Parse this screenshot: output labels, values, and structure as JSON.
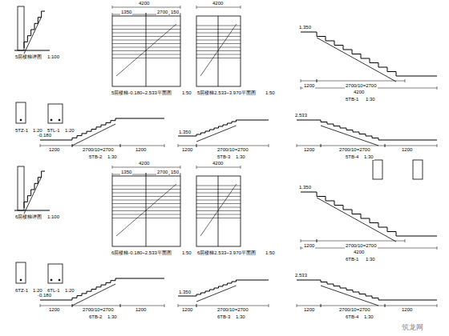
{
  "diagram": {
    "labels": [
      "5层楼梯详图",
      "1:100",
      "5TZ-1",
      "1:20",
      "5TL-1",
      "1:20",
      "4200",
      "1350",
      "2700",
      "150",
      "5层楼梯-0.180~2.533平面图",
      "1:50",
      "4200",
      "5层楼梯2.533~3.970平面图",
      "1:50",
      "1.350",
      "1200",
      "2700/10=2700",
      "4200",
      "5TB-1",
      "1:30",
      "-0.180",
      "1200",
      "2700/10=2700",
      "1200",
      "5TB-2",
      "1:30",
      "1.350",
      "1200",
      "2700/10=2700",
      "5TB-3",
      "1:30",
      "2.533",
      "1200",
      "2700/10=2700",
      "1200",
      "5TB-4",
      "1:30",
      "6层楼梯详图",
      "1:100",
      "6TZ-1",
      "1:20",
      "6TL-1",
      "1:20",
      "4200",
      "1350",
      "2700",
      "150",
      "6层楼梯-0.180~2.533平面图",
      "1:50",
      "4200",
      "6层楼梯2.533~3.970平面图",
      "1:50",
      "1.350",
      "1200",
      "2700/10=2700",
      "4200",
      "6TB-1",
      "1:30",
      "-0.180",
      "1200",
      "2700/10=2700",
      "1200",
      "6TB-2",
      "1:30",
      "1.350",
      "1200",
      "2700/10=2700",
      "6TB-3",
      "1:30",
      "2.533",
      "1200",
      "2700/10=2700",
      "1200",
      "6TB-4",
      "1:30",
      "筑龙网"
    ]
  }
}
